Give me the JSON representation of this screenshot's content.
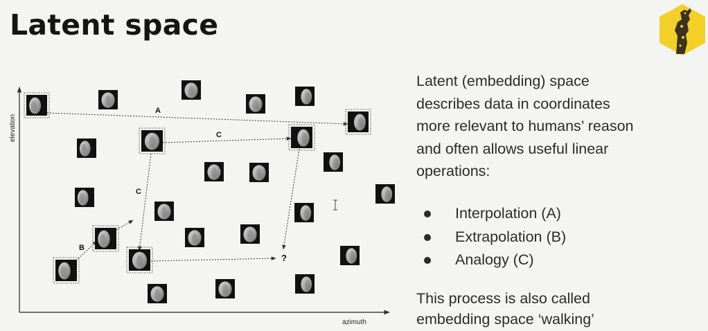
{
  "slide": {
    "title": "Latent space"
  },
  "diagram": {
    "y_axis_label": "elevation",
    "x_axis_label": "azimuth",
    "path_labels": {
      "a": "A",
      "b": "B",
      "c_horizontal": "C",
      "c_vertical": "C"
    },
    "question_mark": "?"
  },
  "description": {
    "lines": [
      "Latent (embedding) space",
      "describes data in coordinates",
      "more relevant to humans’ reason",
      "and often allows useful linear",
      "operations:"
    ]
  },
  "bullets": [
    "Interpolation (A)",
    "Extrapolation (B)",
    "Analogy (C)"
  ],
  "footer": {
    "lines": [
      "This process is also called",
      "embedding space ‘walking’"
    ]
  },
  "colors": {
    "background": "#f4f4f2",
    "text": "#2b2b2b",
    "logo_yellow": "#f3cf2a",
    "logo_dark": "#3b3320"
  },
  "icons": {
    "logo": "giraffe-logo",
    "cursor": "text-cursor-icon"
  }
}
